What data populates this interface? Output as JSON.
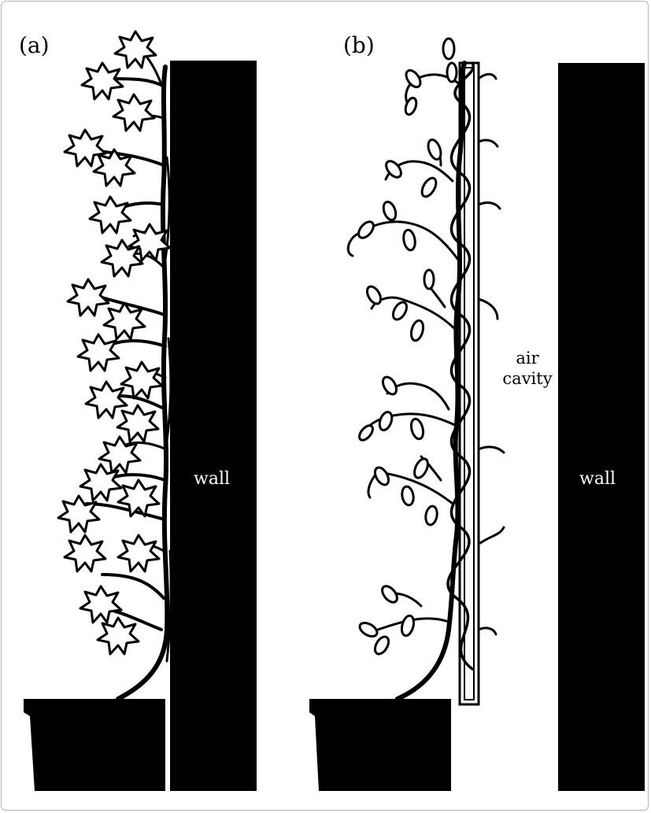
{
  "figure": {
    "panel_a_label": "(a)",
    "panel_b_label": "(b)",
    "wall_a_label": "wall",
    "wall_b_label": "wall",
    "cavity_label_line1": "air",
    "cavity_label_line2": "cavity"
  },
  "colors": {
    "ink": "#000000",
    "background": "#ffffff",
    "frame_border": "#aab4d8"
  }
}
